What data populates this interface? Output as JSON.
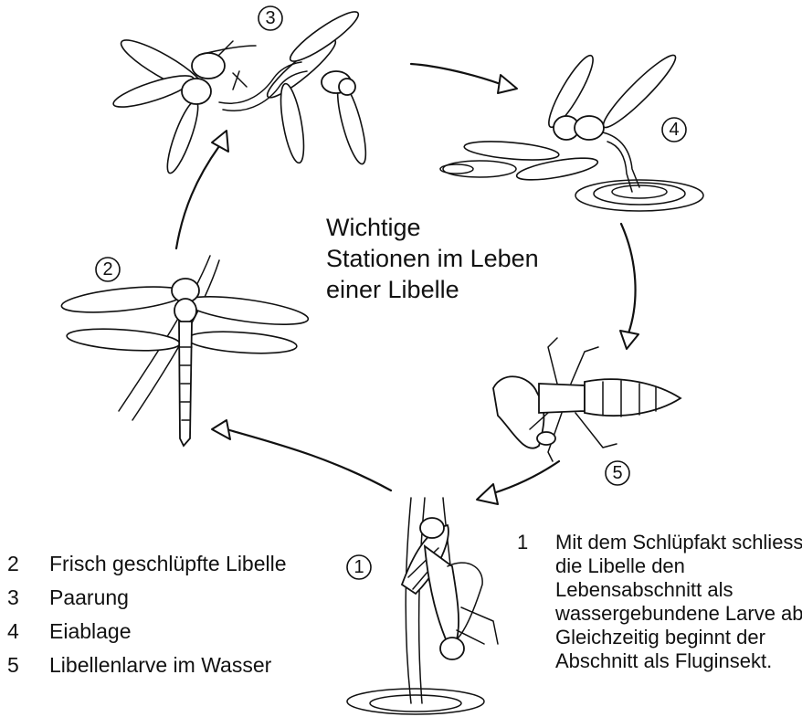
{
  "title": {
    "line1": "Wichtige",
    "line2": "Stationen im Leben",
    "line3": "einer Libelle"
  },
  "stage_numbers": [
    "1",
    "2",
    "3",
    "4",
    "5"
  ],
  "legend": [
    {
      "number": "2",
      "text": "Frisch geschlüpfte Libelle"
    },
    {
      "number": "3",
      "text": "Paarung"
    },
    {
      "number": "4",
      "text": "Eiablage"
    },
    {
      "number": "5",
      "text": "Libellenlarve im Wasser"
    }
  ],
  "note": {
    "number": "1",
    "text": "Mit dem Schlüpfakt schliesst die Libelle den Lebensabschnitt als wassergebundene Larve ab. Gleichzeitig beginnt der Abschnitt als Fluginsekt."
  }
}
